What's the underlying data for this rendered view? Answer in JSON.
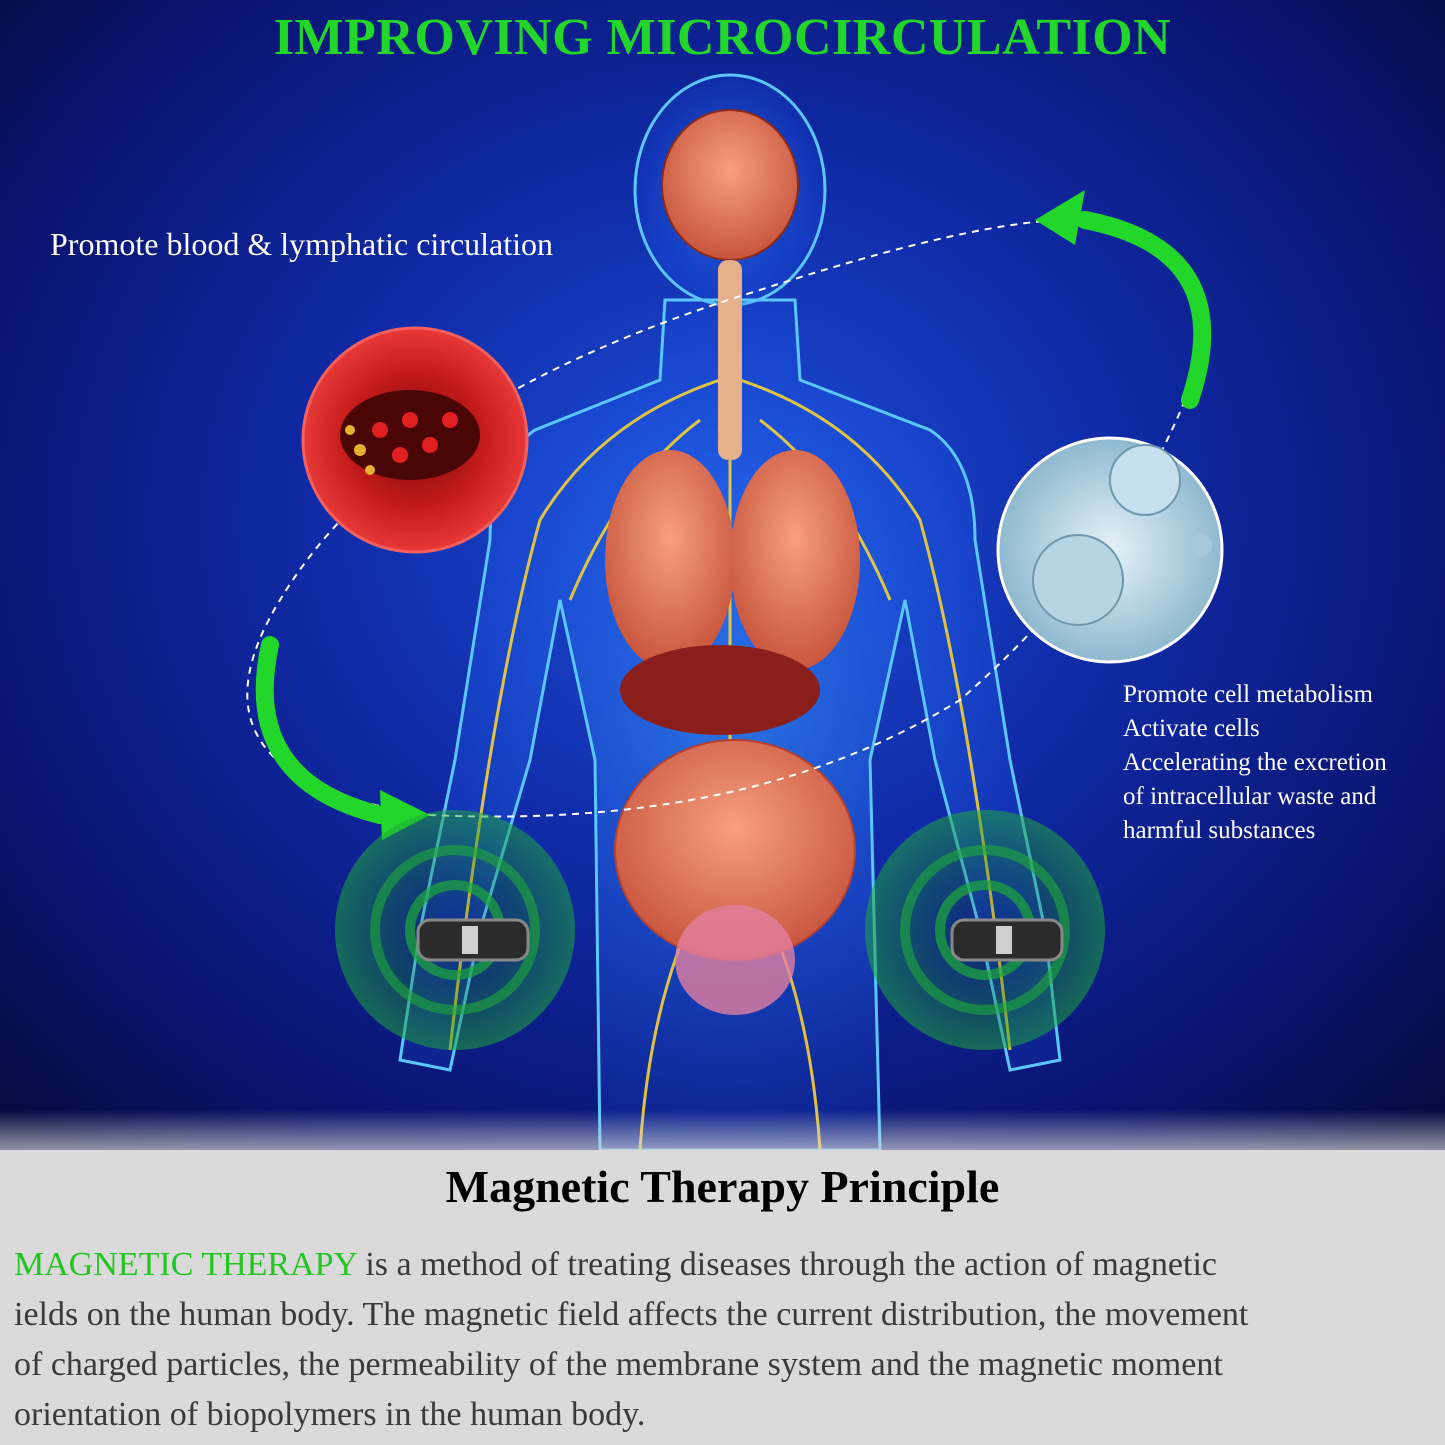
{
  "title": "IMPROVING MICROCIRCULATION",
  "left_label": "Promote blood & lymphatic circulation",
  "right_labels": [
    "Promote cell metabolism",
    "Activate cells",
    "Accelerating the excretion",
    "of intracellular waste and",
    "harmful substances"
  ],
  "section_title": "Magnetic Therapy Principle",
  "description": {
    "highlight": "MAGNETIC THERAPY",
    "lines": [
      " is a method of treating diseases through the action of magnetic",
      "ields on the human body. The magnetic field affects the current distribution, the movement",
      "of charged particles, the permeability of the membrane system and the magnetic moment",
      "orientation of biopolymers in the human body."
    ]
  },
  "colors": {
    "accent_green": "#22d62a",
    "background_blue": "#0f2aa6",
    "bottom_gray": "#dadada"
  },
  "icons": [
    "human-anatomy-illustration",
    "blood-vessel-icon",
    "cell-icon",
    "magnetic-bracelet-icon",
    "green-arrow-icon"
  ]
}
